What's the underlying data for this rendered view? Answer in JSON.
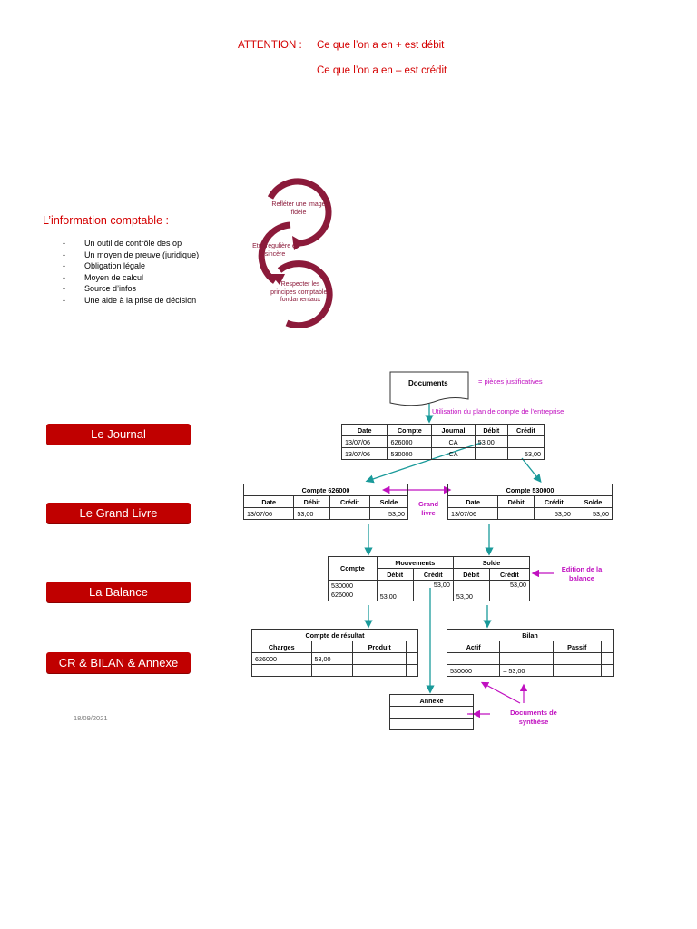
{
  "attention": {
    "label": "ATTENTION :",
    "line1": "Ce que l’on a en + est débit",
    "line2": "Ce que l’on a en – est crédit"
  },
  "info": {
    "title": "L’information comptable :",
    "items": [
      "Un outil de contrôle des op",
      "Un moyen de preuve (juridique)",
      "Obligation légale",
      "Moyen de calcul",
      "Source d’infos",
      "Une aide à la prise de décision"
    ],
    "bullet": "-"
  },
  "cycle": {
    "step1": "Refléter une image fidèle",
    "step2": "Etre régulière et sincère",
    "step3": "Respecter les principes comptables fondamentaux",
    "color": "#8b1a3a"
  },
  "buttons": {
    "journal": "Le Journal",
    "grand_livre": "Le Grand Livre",
    "balance": "La Balance",
    "cr_bilan": "CR & BILAN & Annexe"
  },
  "footer": {
    "date": "18/09/2021"
  },
  "diagram": {
    "documents": "Documents",
    "pieces": "= pièces justificatives",
    "utilisation": "Utilisation du plan de compte de l'entreprise",
    "journal": {
      "headers": [
        "Date",
        "Compte",
        "Journal",
        "Débit",
        "Crédit"
      ],
      "rows": [
        [
          "13/07/06",
          "626000",
          "CA",
          "53,00",
          ""
        ],
        [
          "13/07/06",
          "530000",
          "CA",
          "",
          "53,00"
        ]
      ]
    },
    "compte626": {
      "title": "Compte 626000",
      "headers": [
        "Date",
        "Débit",
        "Crédit",
        "Solde"
      ],
      "row": [
        "13/07/06",
        "53,00",
        "",
        "53,00"
      ]
    },
    "grand_livre": "Grand livre",
    "compte530": {
      "title": "Compte 530000",
      "headers": [
        "Date",
        "Débit",
        "Crédit",
        "Solde"
      ],
      "row": [
        "13/07/06",
        "",
        "53,00",
        "53,00"
      ]
    },
    "balance": {
      "compte": "Compte",
      "mouvements": "Mouvements",
      "solde": "Solde",
      "debit": "Débit",
      "credit": "Crédit",
      "comptes": [
        "530000",
        "626000"
      ],
      "mouv_debit": "53,00",
      "mouv_credit": "53,00",
      "solde_debit": "53,00",
      "solde_credit": "53,00"
    },
    "edition": "Edition de la balance",
    "resultat": {
      "title": "Compte de résultat",
      "charges": "Charges",
      "produit": "Produit",
      "compte": "626000",
      "montant": "53,00"
    },
    "bilan": {
      "title": "Bilan",
      "actif": "Actif",
      "passif": "Passif",
      "compte": "530000",
      "montant": "– 53,00"
    },
    "annexe": "Annexe",
    "docs_synthese": "Documents de synthèse",
    "colors": {
      "arrow": "#1a9a9a",
      "pink": "#c010c0"
    }
  }
}
